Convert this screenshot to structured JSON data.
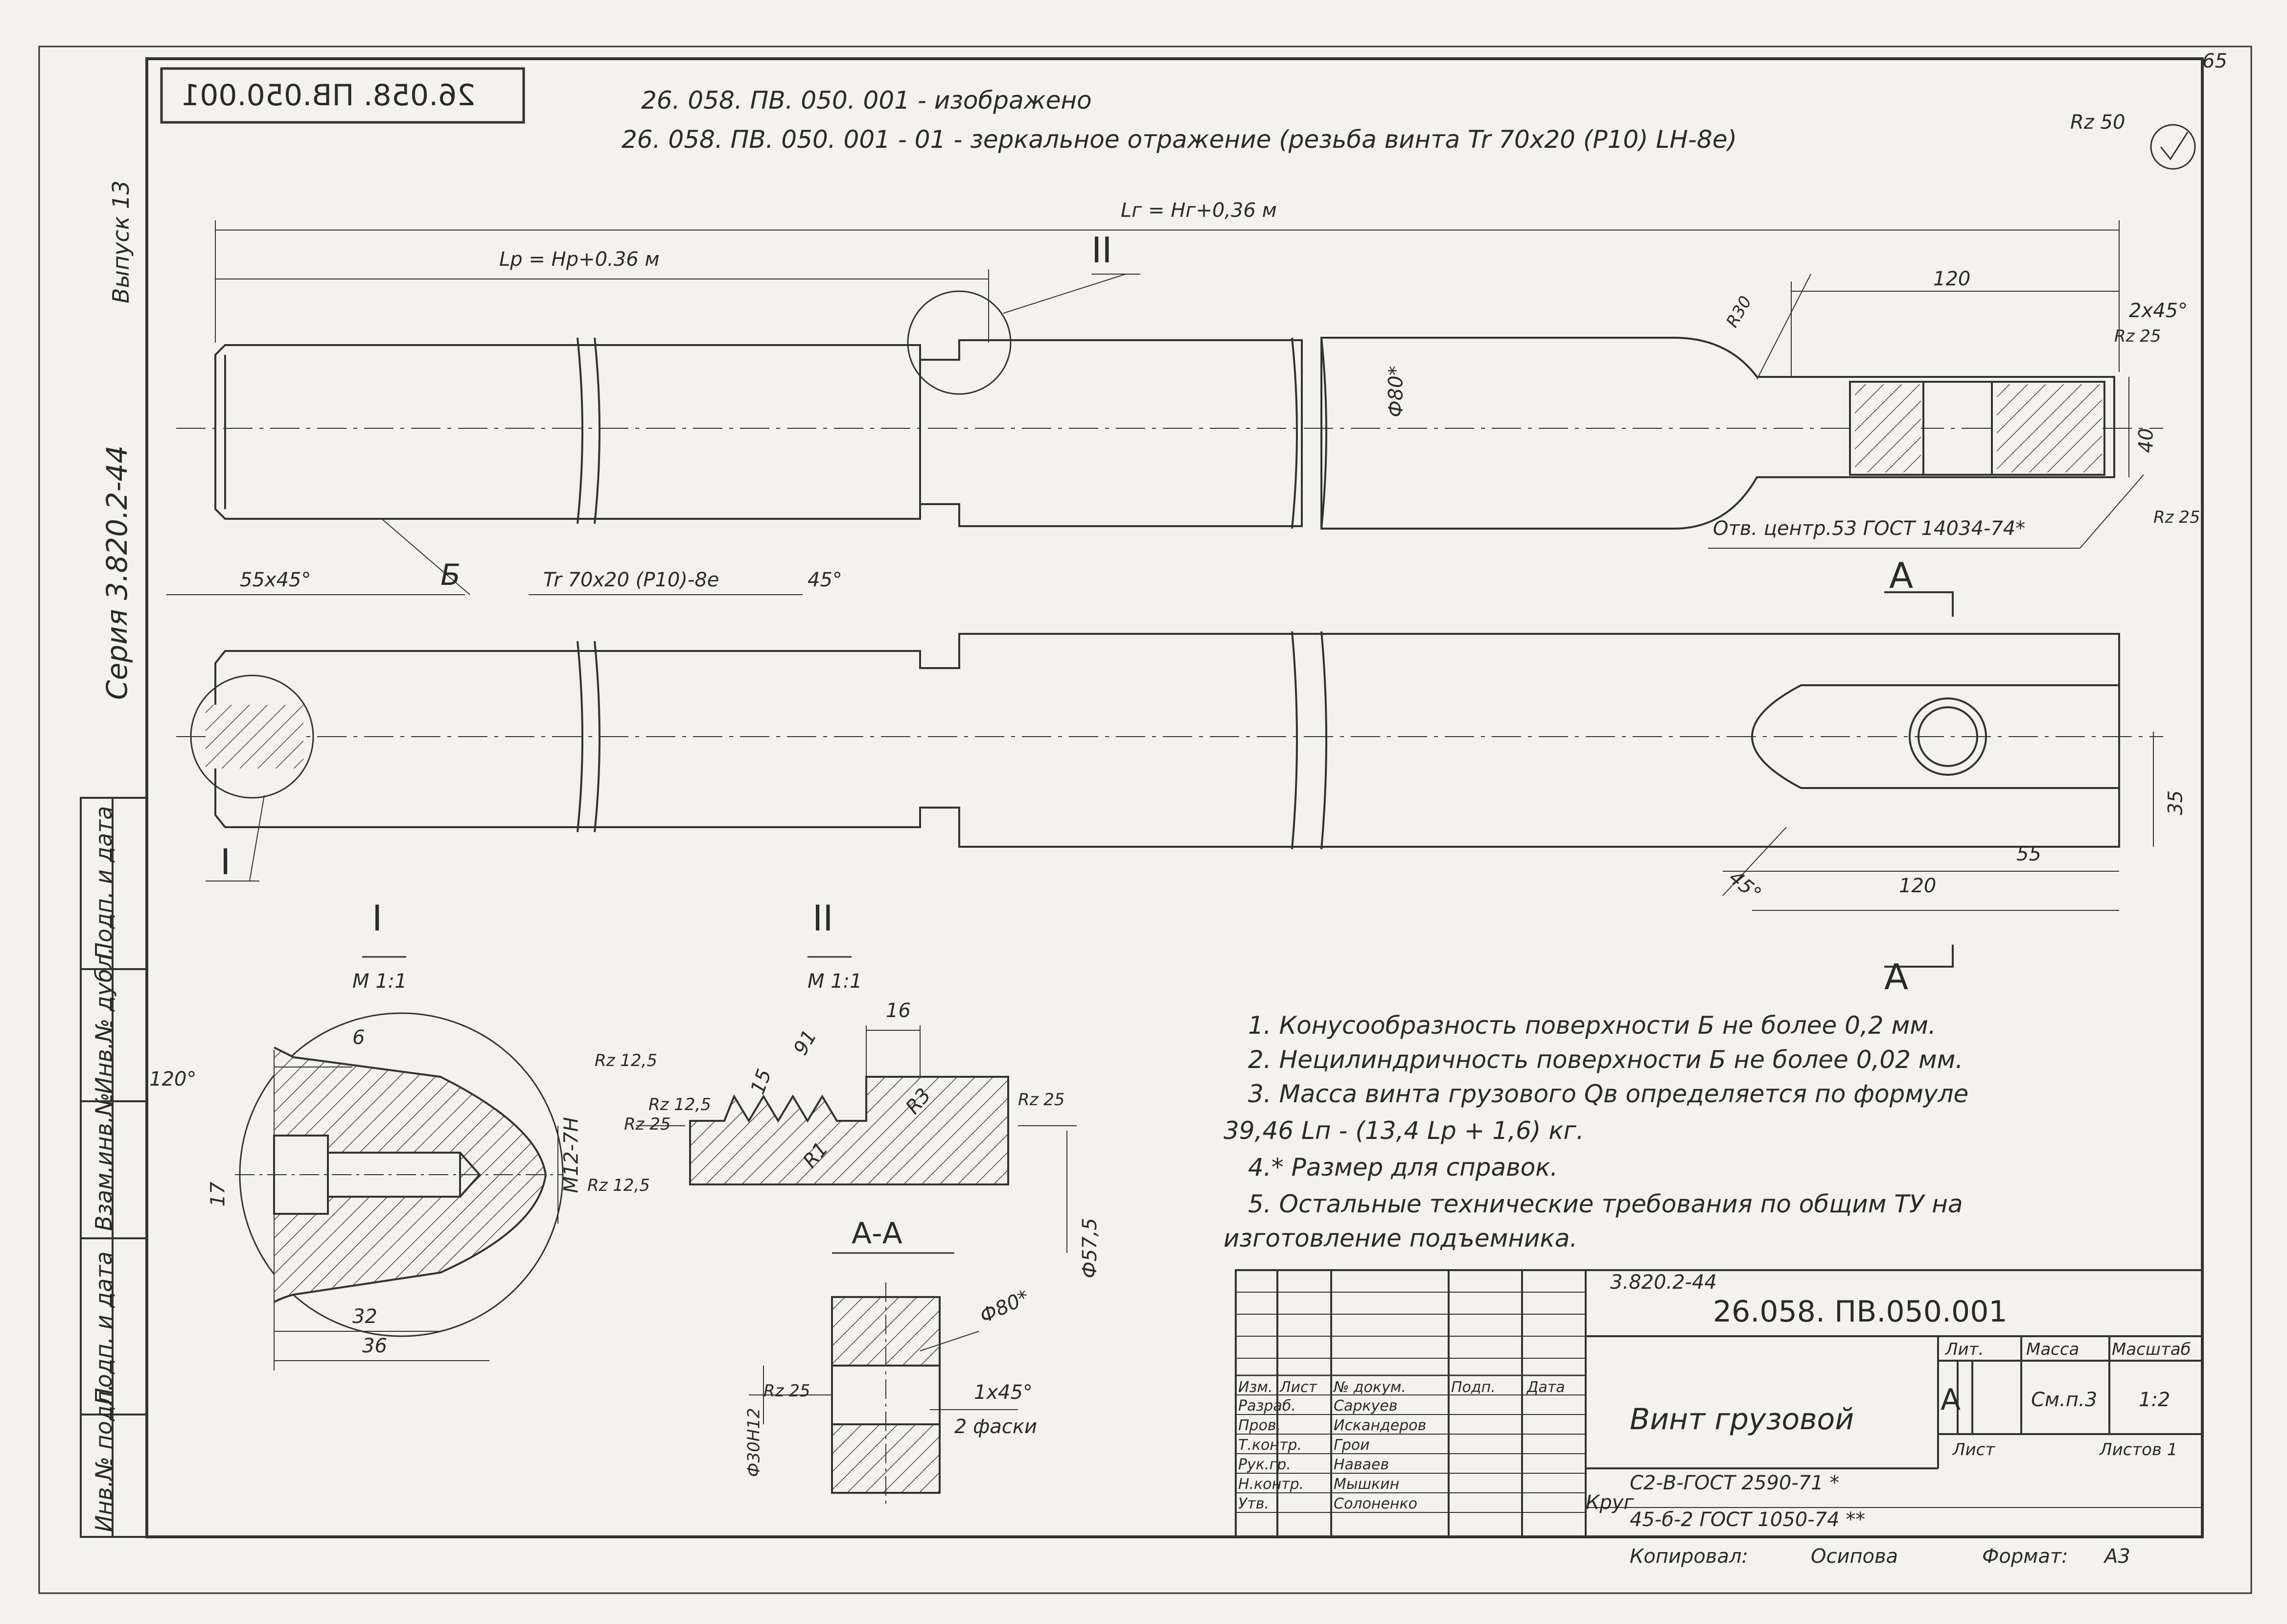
{
  "sheet": {
    "page_number": "65",
    "top_codes": {
      "mirrored_stamp": "26.058. ПВ.050.001",
      "line1": "26. 058. ПВ. 050. 001 - изображено",
      "line2": "26. 058. ПВ. 050. 001 - 01 - зеркальное отражение (резьба винта Tr 70x20 (P10) LH-8e)",
      "roughness_general": "Rz 50"
    },
    "side_strip": {
      "issue": "Выпуск 13",
      "series": "Серия 3.820.2-44",
      "fields": [
        "Подп. и дата",
        "Инв.№ дубл.",
        "Взам.инв.№",
        "Подп. и дата",
        "Инв.№ подл."
      ]
    }
  },
  "dimensions": {
    "total_length": "Lг = Нг+0,36 м",
    "thread_length": "Lр = Нр+0.36 м",
    "detail_ref_II": "II",
    "detail_ref_I": "I",
    "dia": "Ф80*",
    "radius": "R30",
    "len_120": "120",
    "chamfer_2x45": "2x45°",
    "rz25_a": "Rz 25",
    "dim_40": "40",
    "rz25_b": "Rz 25",
    "center_hole": "Отв. центр.53 ГОСТ 14034-74*",
    "chamfer_5x45": "55x45°",
    "surface_B": "Б",
    "thread": "Tr 70x20 (P10)-8e",
    "angle_45": "45°",
    "section_A_top": "А",
    "section_A_bottom": "А",
    "dim_35": "35",
    "dim_55": "55",
    "len_120_b": "120",
    "angle_45_b": "45°"
  },
  "detail_I": {
    "title": "I",
    "scale": "М 1:1",
    "angle": "120°",
    "dim_6": "6",
    "dim_17": "17",
    "thread": "М12-7Н",
    "rz12_top": "Rz 12,5",
    "rz12_right": "Rz 12,5",
    "dim_32": "32",
    "dim_36": "36"
  },
  "detail_II": {
    "title": "II",
    "scale": "М 1:1",
    "dim_16": "16",
    "dim_15": "15",
    "angle_91": "91",
    "r3": "R3",
    "r1": "R1",
    "rz12": "Rz 12,5",
    "rz25_l": "Rz 25",
    "rz25_r": "Rz 25",
    "dia_575": "Ф57,5"
  },
  "section_AA": {
    "title": "А-А",
    "dia": "Ф80*",
    "hole": "Ф30Н12",
    "rz25": "Rz 25",
    "chamfer": "1x45°",
    "chamfer_note": "2 фаски"
  },
  "notes": [
    "1. Конусообразность поверхности Б не более 0,2 мм.",
    "2. Нецилиндричность поверхности Б не более 0,02 мм.",
    "3. Масса винта грузового Qв определяется по формуле",
    "39,46 Lп - (13,4 Lр + 1,6) кг.",
    "4.* Размер для справок.",
    "5. Остальные технические требования по общим ТУ на",
    "изготовление подъемника."
  ],
  "title_block": {
    "series": "3.820.2-44",
    "designation": "26.058. ПВ.050.001",
    "name": "Винт грузовой",
    "lit_header": "Лит.",
    "mass_header": "Масса",
    "scale_header": "Масштаб",
    "lit": "А",
    "mass": "См.п.3",
    "scale": "1:2",
    "sheet": "Лист",
    "sheets": "Листов 1",
    "header_row": [
      "Изм.",
      "Лист",
      "№ докум.",
      "Подп.",
      "Дата"
    ],
    "roles": [
      {
        "role": "Разраб.",
        "name": "Саркуев"
      },
      {
        "role": "Пров.",
        "name": "Искандеров"
      },
      {
        "role": "Т.контр.",
        "name": "Грои"
      },
      {
        "role": "Рук.гр.",
        "name": "Наваев"
      },
      {
        "role": "Н.контр.",
        "name": "Мышкин"
      },
      {
        "role": "Утв.",
        "name": "Солоненко"
      }
    ],
    "material_label": "Круг",
    "material_top": "С2-В-ГОСТ 2590-71 *",
    "material_bottom": "45-б-2 ГОСТ 1050-74 **",
    "copied_label": "Копировал:",
    "copied_by": "Осипова",
    "format_label": "Формат:",
    "format": "А3"
  }
}
